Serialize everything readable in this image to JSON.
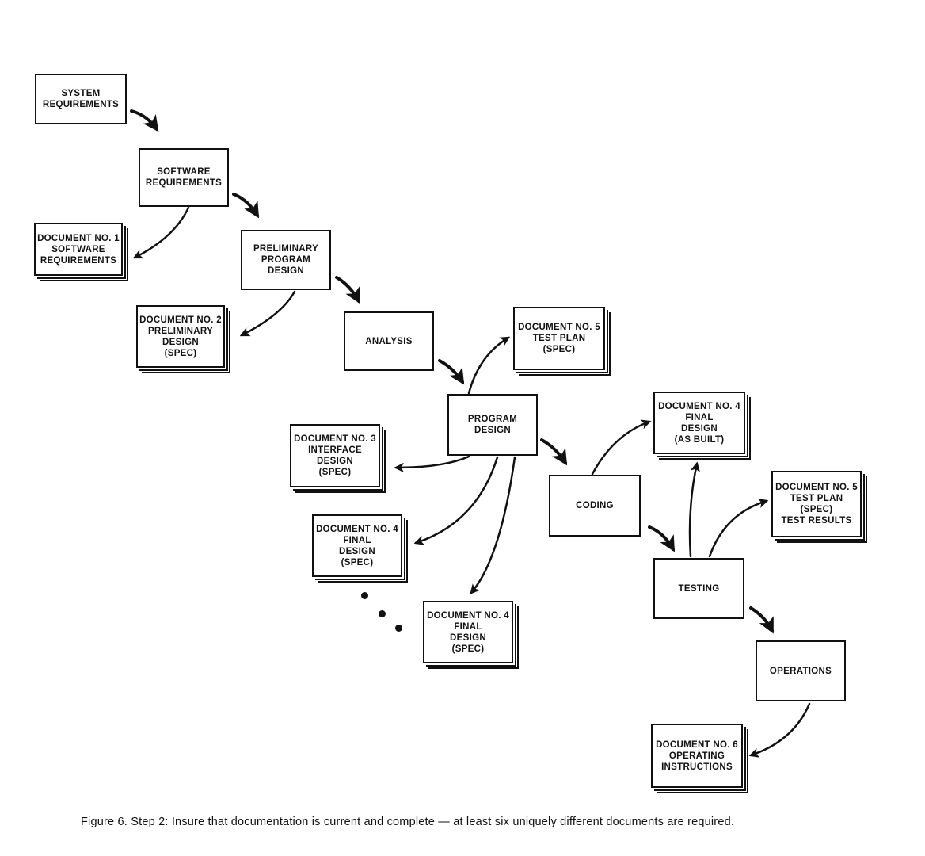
{
  "nodes": {
    "system_requirements": [
      "SYSTEM",
      "REQUIREMENTS"
    ],
    "software_requirements": [
      "SOFTWARE",
      "REQUIREMENTS"
    ],
    "preliminary_program_design": [
      "PRELIMINARY",
      "PROGRAM",
      "DESIGN"
    ],
    "analysis": [
      "ANALYSIS"
    ],
    "program_design": [
      "PROGRAM",
      "DESIGN"
    ],
    "coding": [
      "CODING"
    ],
    "testing": [
      "TESTING"
    ],
    "operations": [
      "OPERATIONS"
    ]
  },
  "documents": {
    "doc1": [
      "DOCUMENT NO. 1",
      "SOFTWARE",
      "REQUIREMENTS"
    ],
    "doc2": [
      "DOCUMENT NO. 2",
      "PRELIMINARY",
      "DESIGN",
      "(SPEC)"
    ],
    "doc3": [
      "DOCUMENT NO. 3",
      "INTERFACE",
      "DESIGN",
      "(SPEC)"
    ],
    "doc4a": [
      "DOCUMENT NO. 4",
      "FINAL",
      "DESIGN",
      "(SPEC)"
    ],
    "doc4b": [
      "DOCUMENT NO. 4",
      "FINAL",
      "DESIGN",
      "(SPEC)"
    ],
    "doc5a": [
      "DOCUMENT NO. 5",
      "TEST PLAN",
      "(SPEC)"
    ],
    "doc4c": [
      "DOCUMENT NO. 4",
      "FINAL",
      "DESIGN",
      "(AS BUILT)"
    ],
    "doc5b": [
      "DOCUMENT NO. 5",
      "TEST PLAN",
      "(SPEC)",
      "TEST RESULTS"
    ],
    "doc6": [
      "DOCUMENT NO. 6",
      "OPERATING",
      "INSTRUCTIONS"
    ]
  },
  "caption": "Figure 6.  Step 2:  Insure that documentation is current and complete — at least six uniquely different documents are required."
}
